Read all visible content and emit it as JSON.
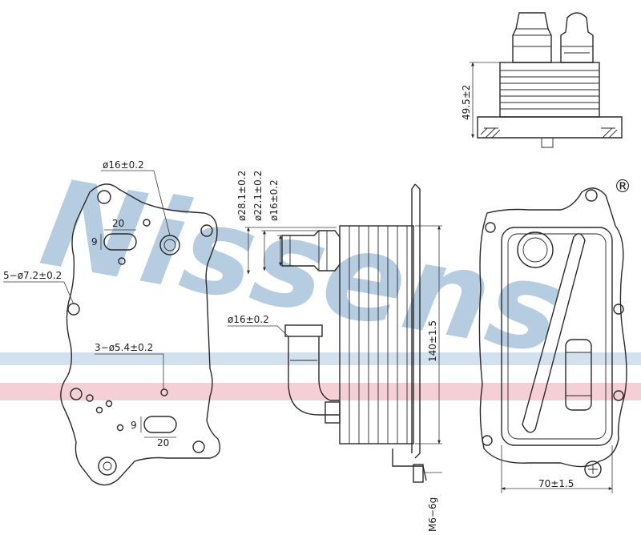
{
  "watermark": {
    "brand": "Nissens",
    "registered": "®",
    "color": "#a9c4dc"
  },
  "stripes": {
    "blue": "#d3e1ee",
    "red": "#f4cfd4"
  },
  "front_view": {
    "port_diameter": "ø16±0.2",
    "slot_width_top": "20",
    "slot_height_top": "9",
    "mount_holes": "5−ø7.2±0.2",
    "small_holes": "3−ø5.4±0.2",
    "slot_width_bottom": "20",
    "slot_height_bottom": "9"
  },
  "side_view": {
    "dia_outer": "ø28.1±0.2",
    "dia_mid": "ø22.1±0.2",
    "dia_inner": "ø16±0.2",
    "lower_pipe": "ø16±0.2",
    "height": "140±1.5",
    "thread": "M6−6g"
  },
  "top_view": {
    "height": "49.5±2"
  },
  "rear_view": {
    "width": "70±1.5"
  }
}
